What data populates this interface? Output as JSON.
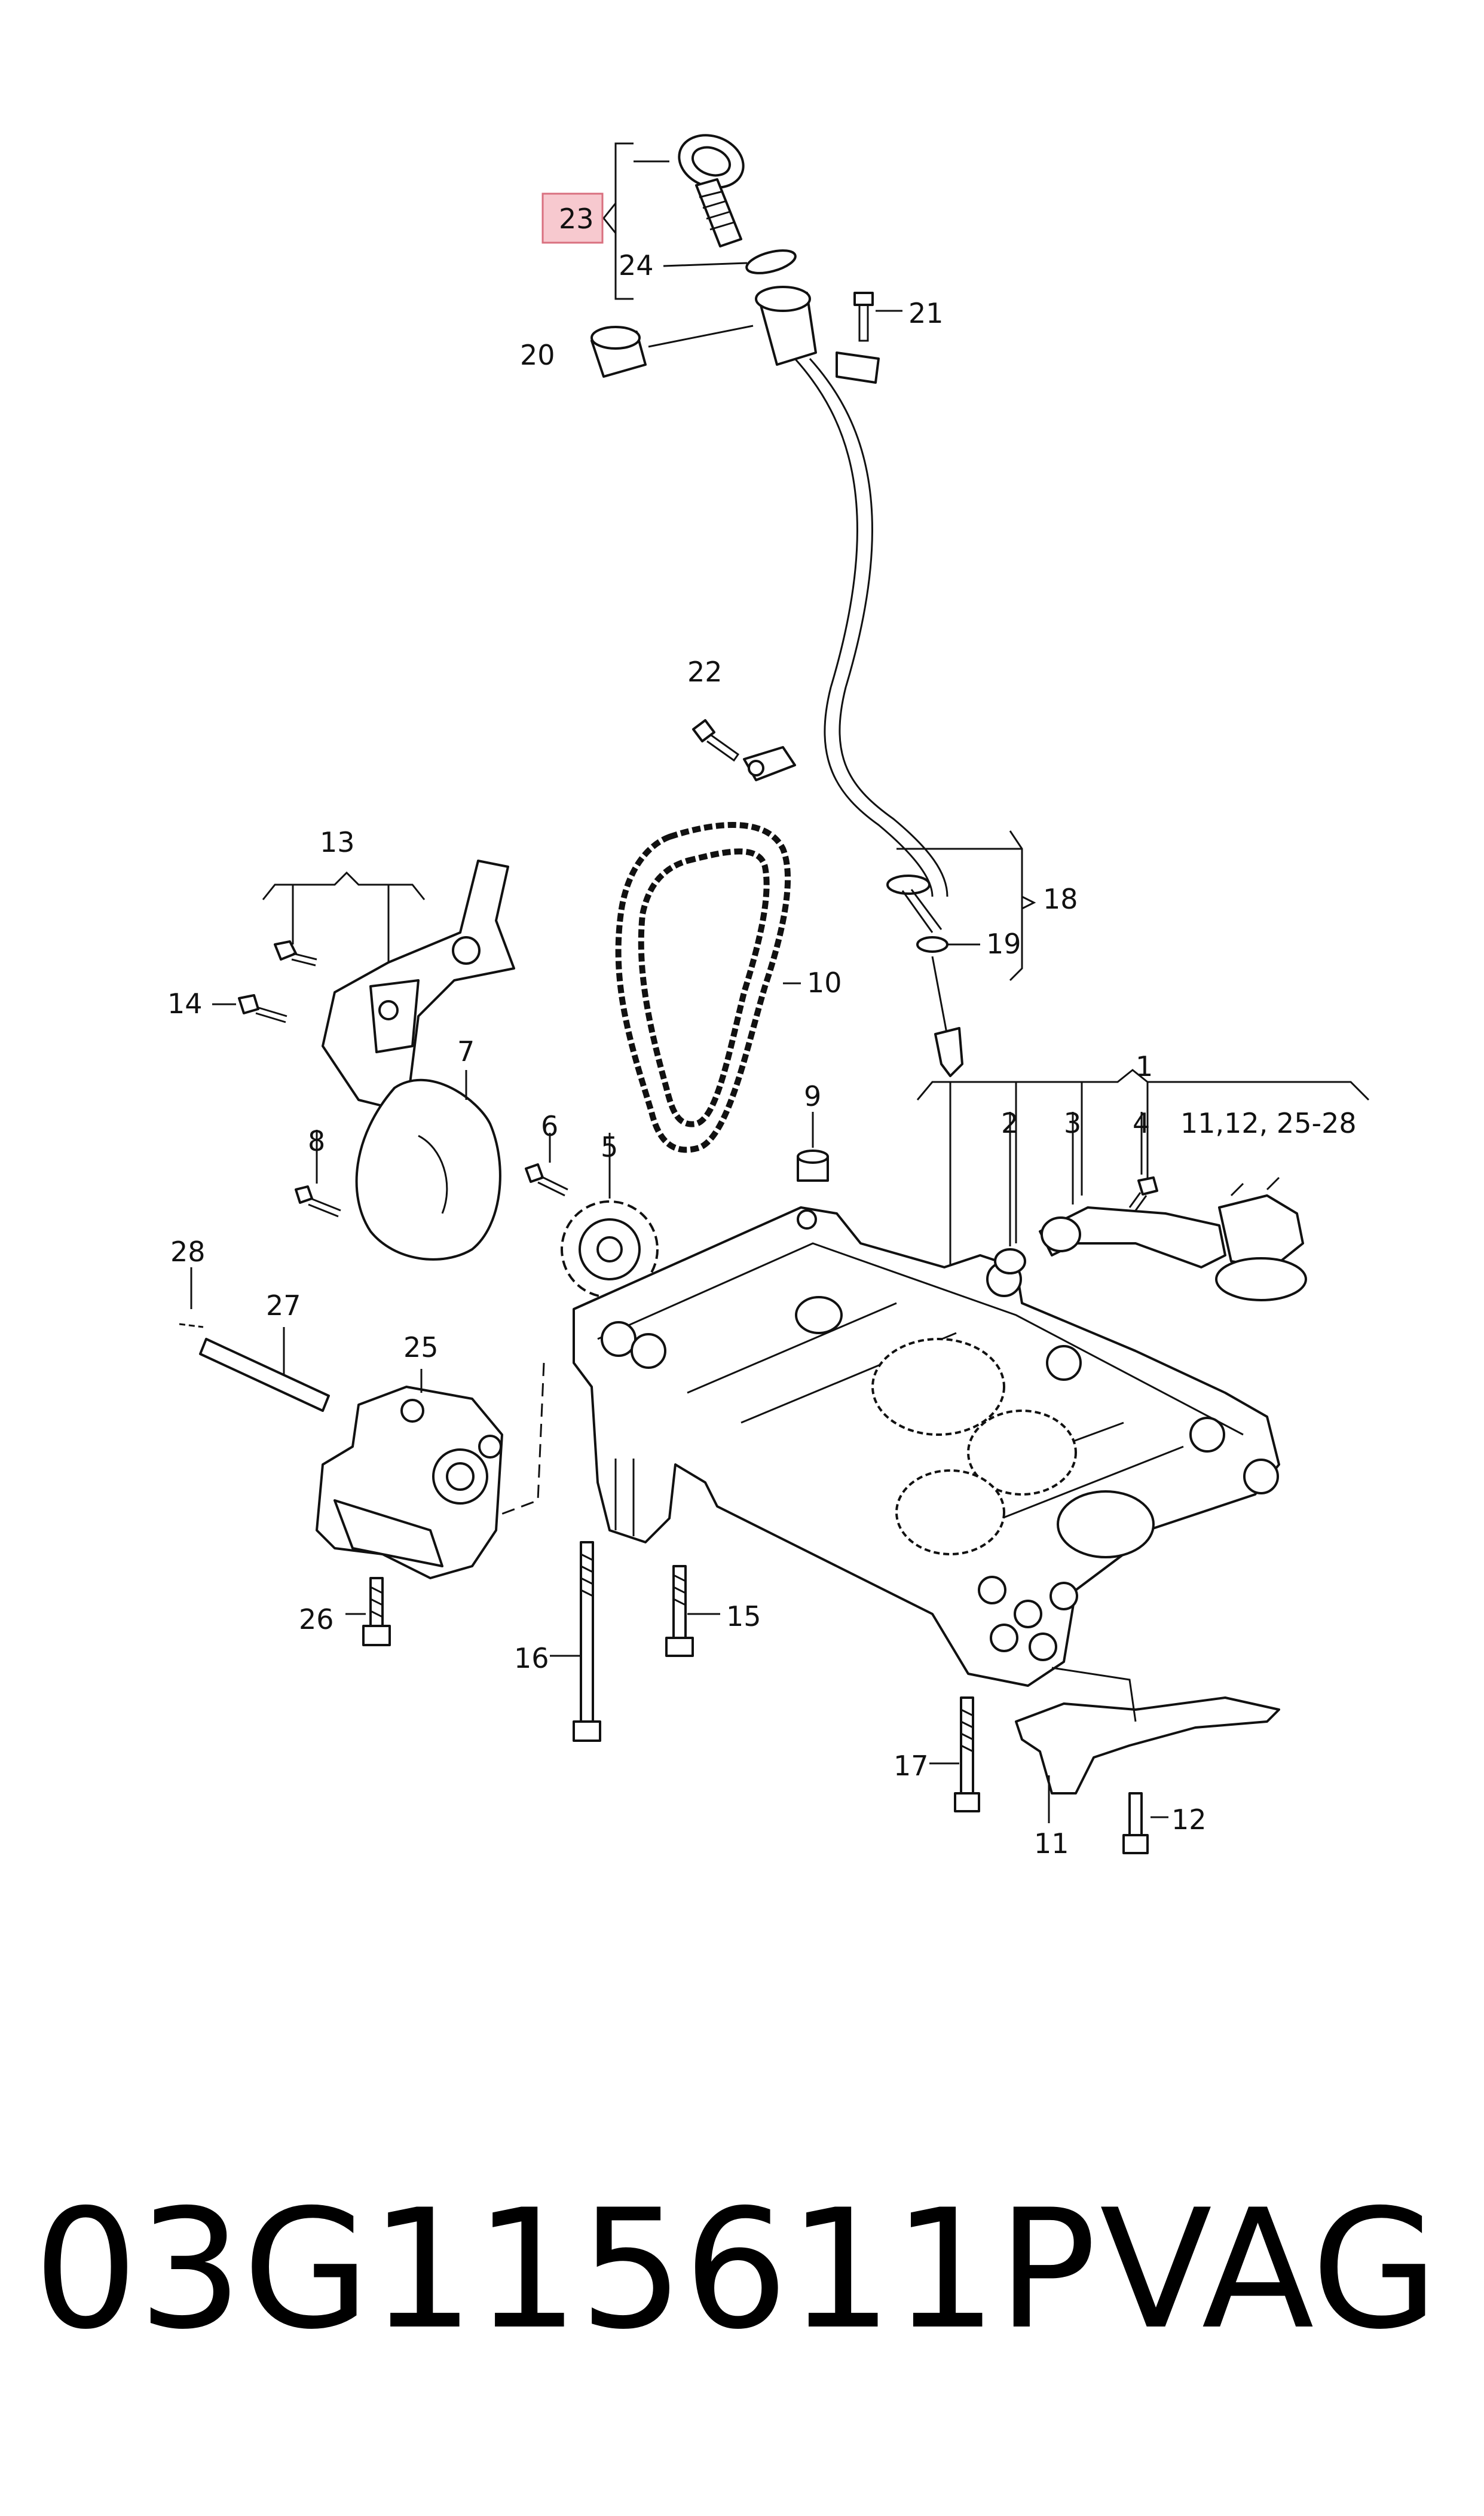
{
  "diagram": {
    "highlighted_label": "23",
    "labels": {
      "l1": "1",
      "l2": "2",
      "l3": "3",
      "l4": "4",
      "l4b": "11,12, 25-28",
      "l5": "5",
      "l6": "6",
      "l7": "7",
      "l8": "8",
      "l9": "9",
      "l10": "10",
      "l11": "11",
      "l12": "12",
      "l13": "13",
      "l14": "14",
      "l15": "15",
      "l16": "16",
      "l17": "17",
      "l18": "18",
      "l19": "19",
      "l20": "20",
      "l21": "21",
      "l22": "22",
      "l23": "23",
      "l24": "24",
      "l25": "25",
      "l26": "26",
      "l27": "27",
      "l28": "28"
    }
  },
  "footer": {
    "part_number": "03G115611P",
    "brand": "VAG"
  }
}
